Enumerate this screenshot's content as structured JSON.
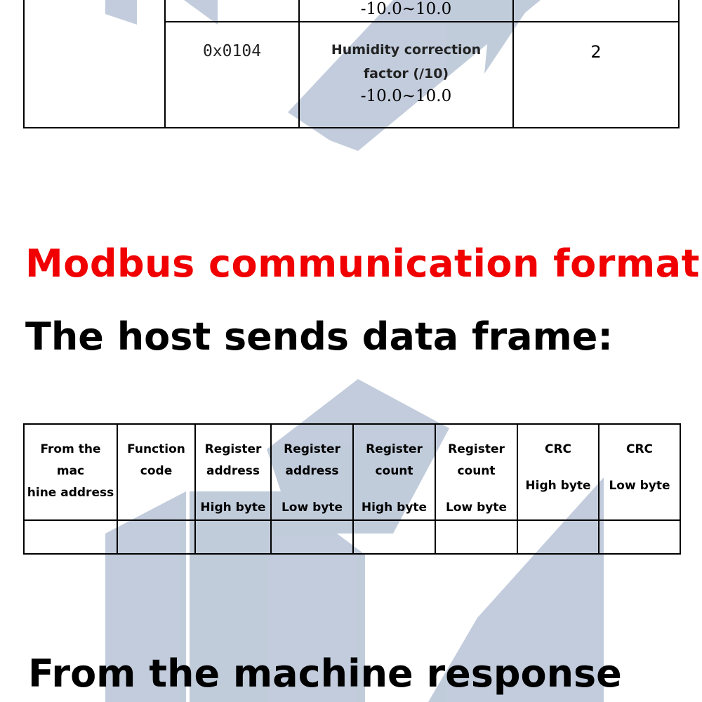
{
  "top_table": {
    "prev_range": "-10.0~10.0",
    "row": {
      "address": "0x0104",
      "desc_line1": "Humidity correction",
      "desc_line2": "factor (/10)",
      "range": "-10.0~10.0",
      "value": "2"
    }
  },
  "headings": {
    "modbus_format": "Modbus communication format:",
    "host_sends": "The host sends data frame:",
    "machine_response": "From the machine response"
  },
  "frame_table": {
    "columns": [
      {
        "line1": "From the mac\nhine address"
      },
      {
        "line1": "Function\ncode"
      },
      {
        "line1": "Register\naddress",
        "line2": "High byte"
      },
      {
        "line1": "Register\naddress",
        "line2": "Low byte"
      },
      {
        "line1": "Register\ncount",
        "line2": "High byte"
      },
      {
        "line1": "Register\ncount",
        "line2": "Low byte"
      },
      {
        "line1": "CRC",
        "mid": "High byte"
      },
      {
        "line1": "CRC",
        "mid": "Low byte"
      }
    ]
  },
  "colors": {
    "heading_red": "#f00000",
    "watermark": "#8fa3bf"
  }
}
